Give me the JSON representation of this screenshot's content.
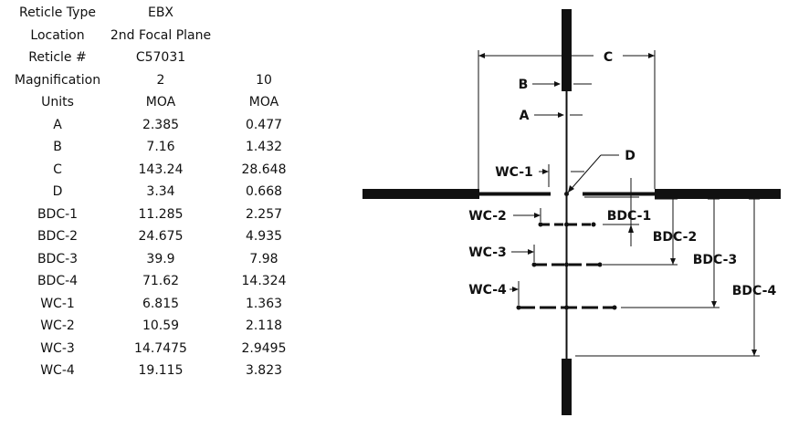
{
  "spec_rows": [
    {
      "label": "Reticle Type",
      "v2": "EBX",
      "v10": ""
    },
    {
      "label": "Location",
      "v2": "2nd Focal Plane",
      "v10": ""
    },
    {
      "label": "Reticle #",
      "v2": "C57031",
      "v10": ""
    },
    {
      "label": "Magnification",
      "v2": "2",
      "v10": "10"
    },
    {
      "label": "Units",
      "v2": "MOA",
      "v10": "MOA"
    },
    {
      "label": "A",
      "v2": "2.385",
      "v10": "0.477"
    },
    {
      "label": "B",
      "v2": "7.16",
      "v10": "1.432"
    },
    {
      "label": "C",
      "v2": "143.24",
      "v10": "28.648"
    },
    {
      "label": "D",
      "v2": "3.34",
      "v10": "0.668"
    },
    {
      "label": "BDC-1",
      "v2": "11.285",
      "v10": "2.257"
    },
    {
      "label": "BDC-2",
      "v2": "24.675",
      "v10": "4.935"
    },
    {
      "label": "BDC-3",
      "v2": "39.9",
      "v10": "7.98"
    },
    {
      "label": "BDC-4",
      "v2": "71.62",
      "v10": "14.324"
    },
    {
      "label": "WC-1",
      "v2": "6.815",
      "v10": "1.363"
    },
    {
      "label": "WC-2",
      "v2": "10.59",
      "v10": "2.118"
    },
    {
      "label": "WC-3",
      "v2": "14.7475",
      "v10": "2.9495"
    },
    {
      "label": "WC-4",
      "v2": "19.115",
      "v10": "3.823"
    }
  ],
  "diagram_labels": {
    "a": "A",
    "b": "B",
    "c": "C",
    "d": "D",
    "wc1": "WC-1",
    "wc2": "WC-2",
    "wc3": "WC-3",
    "wc4": "WC-4",
    "bdc1": "BDC-1",
    "bdc2": "BDC-2",
    "bdc3": "BDC-3",
    "bdc4": "BDC-4"
  },
  "colors": {
    "ink": "#111111",
    "background": "#ffffff"
  }
}
